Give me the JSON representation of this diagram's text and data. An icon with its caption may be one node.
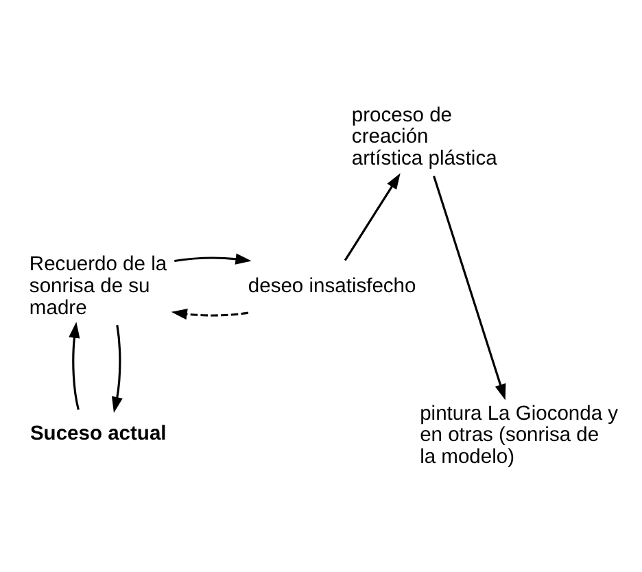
{
  "diagram": {
    "nodes": [
      {
        "text": [
          "Suceso actual"
        ]
      },
      {
        "text": [
          "pintura La Gioconda y en otras (sonrisa de la modelo)"
        ]
      },
      {
        "text": [
          "proceso de creación artística plástica"
        ]
      },
      {
        "text": [
          "Recuerdo de la sonrisa de su madre"
        ]
      },
      {
        "text": [
          "deseo insatisfecho"
        ]
      }
    ],
    "edges": [
      {
        "from": 0,
        "to": 3,
        "arrow": "to"
      },
      {
        "from": 3,
        "to": 0,
        "arrow": "to"
      },
      {
        "from": 3,
        "to": 4,
        "arrow": "to"
      },
      {
        "from": 4,
        "to": 3,
        "arrow": "to",
        "style": "dashed"
      },
      {
        "from": 4,
        "to": 2,
        "arrow": "to"
      },
      {
        "from": 2,
        "to": 1,
        "arrow": "to"
      }
    ]
  }
}
